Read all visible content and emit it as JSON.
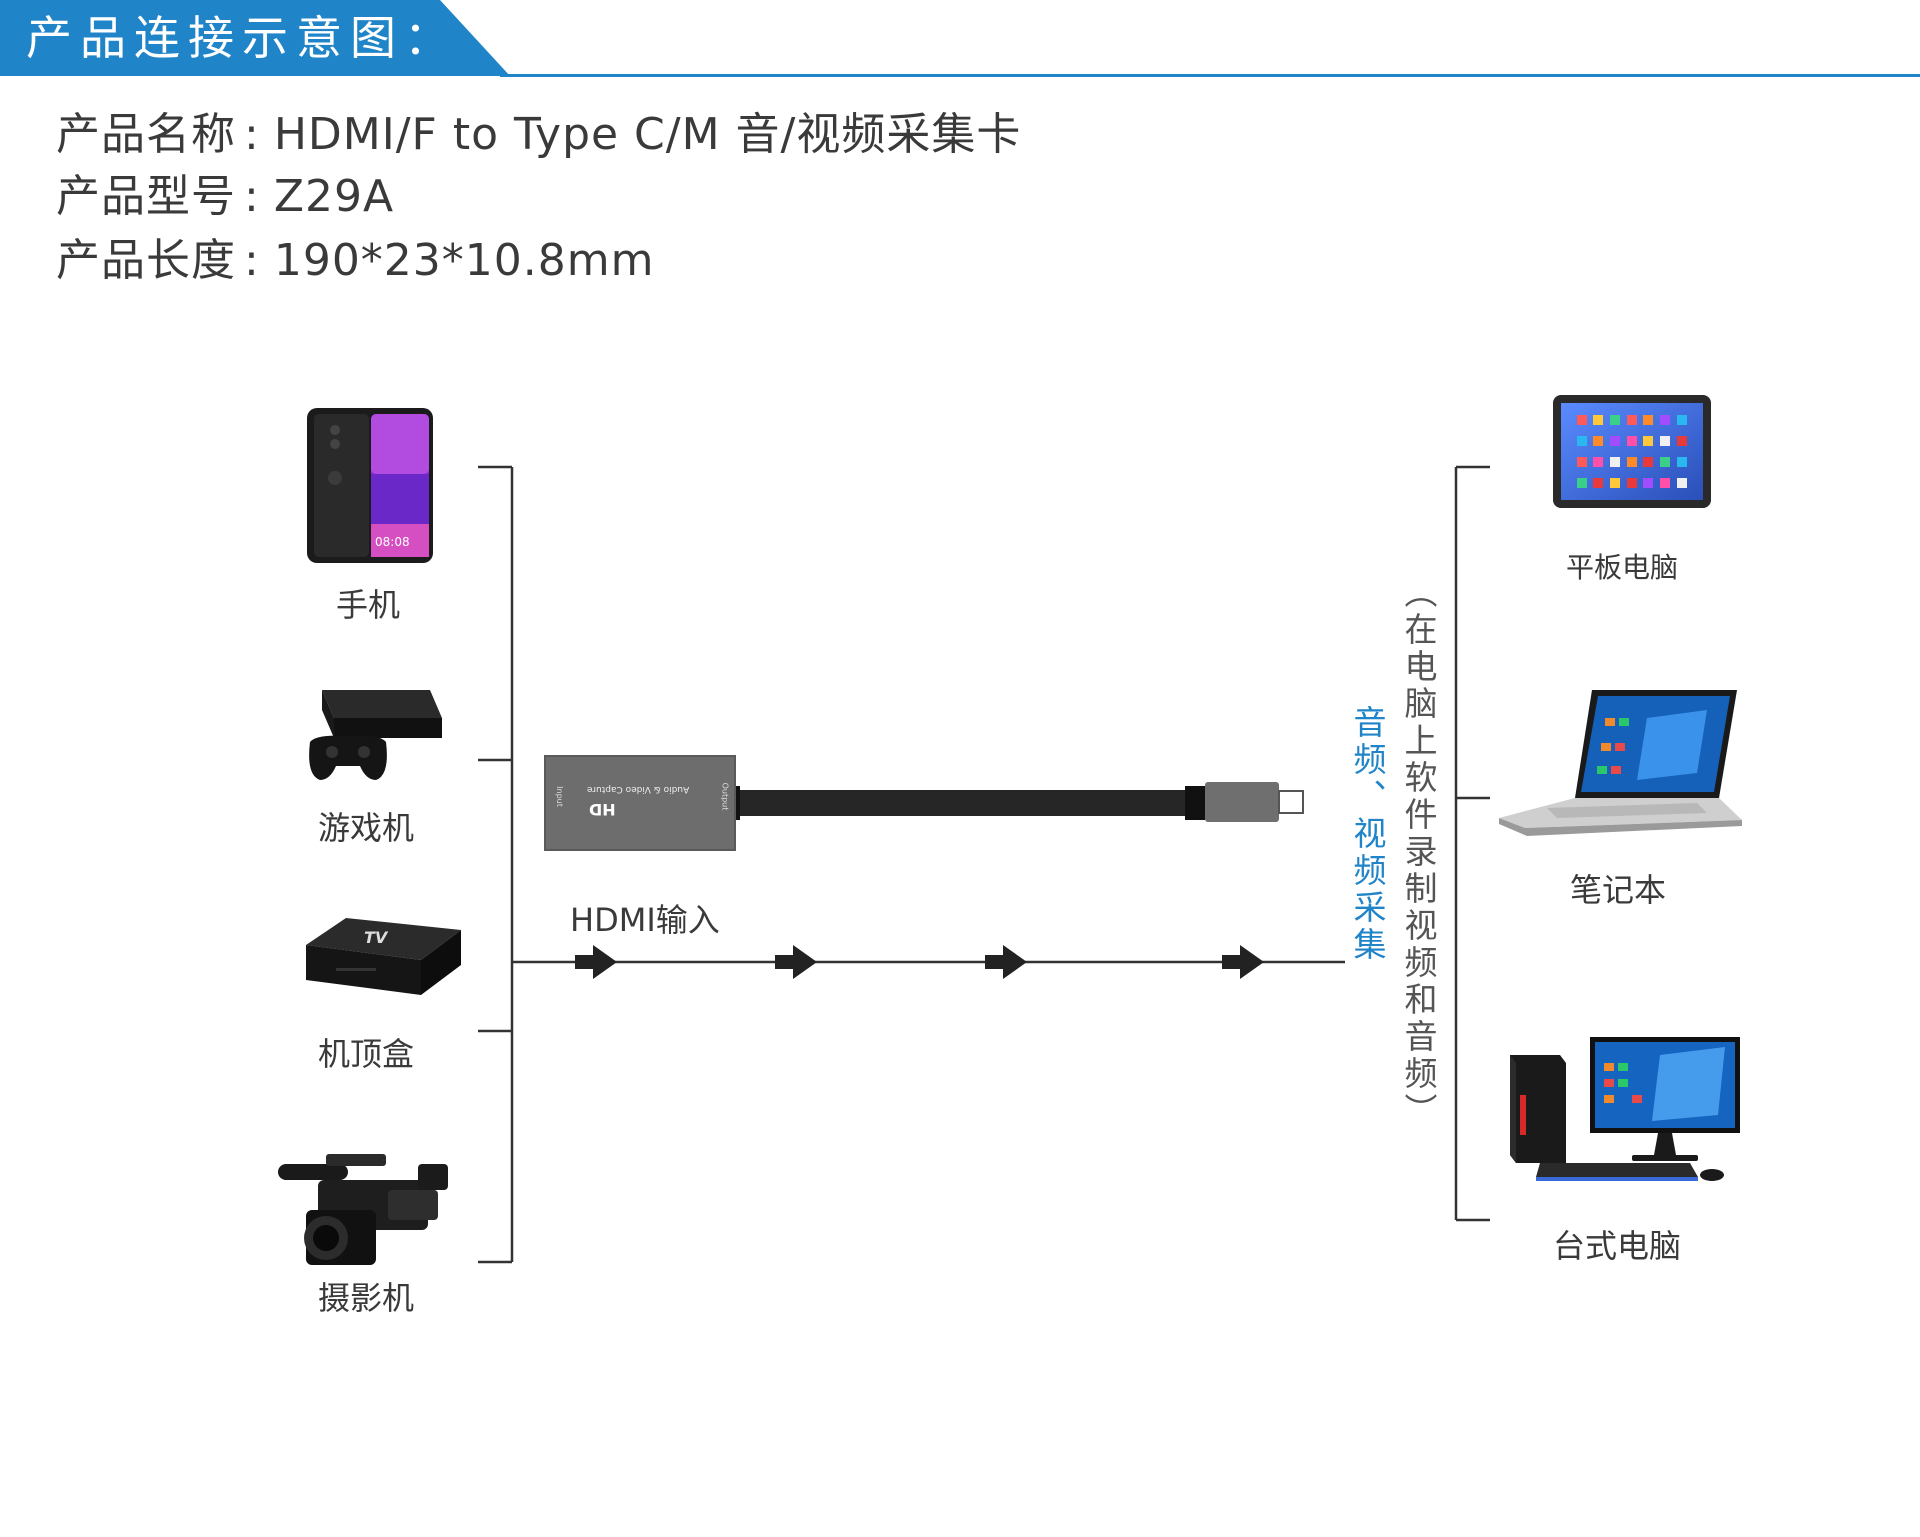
{
  "header": {
    "title": "产品连接示意图：",
    "accent_color": "#1f84c8"
  },
  "specs": [
    {
      "label": "产品名称",
      "value": "HDMI/F to Type C/M 音/视频采集卡"
    },
    {
      "label": "产品型号",
      "value": "Z29A"
    },
    {
      "label": "产品长度",
      "value": "190*23*10.8mm"
    }
  ],
  "sources": [
    {
      "label": "手机",
      "icon": "smartphone-icon"
    },
    {
      "label": "游戏机",
      "icon": "game-console-icon"
    },
    {
      "label": "机顶盒",
      "icon": "set-top-box-icon"
    },
    {
      "label": "摄影机",
      "icon": "video-camera-icon"
    }
  ],
  "capture_card": {
    "brand": "HD",
    "name": "Audio & Video Capture",
    "input_port": "Input",
    "output_port": "Output"
  },
  "signal_label": "HDMI输入",
  "capture_text": "音频、视频采集",
  "note_text": "（在电脑上软件录制视频和音频）",
  "targets": [
    {
      "label": "平板电脑",
      "icon": "tablet-icon"
    },
    {
      "label": "笔记本",
      "icon": "laptop-icon"
    },
    {
      "label": "台式电脑",
      "icon": "desktop-computer-icon"
    }
  ]
}
